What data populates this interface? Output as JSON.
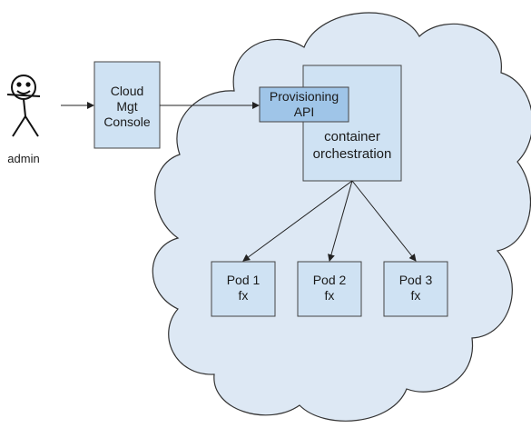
{
  "actor": {
    "label": "admin"
  },
  "console_box": {
    "lines": [
      "Cloud",
      "Mgt",
      "Console"
    ]
  },
  "api_box": {
    "lines": [
      "Provisioning",
      "API"
    ]
  },
  "orchestration_box": {
    "lines": [
      "container",
      "orchestration"
    ]
  },
  "pods": [
    {
      "lines": [
        "Pod 1",
        "fx"
      ]
    },
    {
      "lines": [
        "Pod 2",
        "fx"
      ]
    },
    {
      "lines": [
        "Pod 3",
        "fx"
      ]
    }
  ],
  "colors": {
    "cloud_fill": "#dde8f4",
    "box_fill": "#cfe2f3",
    "api_fill": "#9fc5e8",
    "stroke": "#333333"
  }
}
